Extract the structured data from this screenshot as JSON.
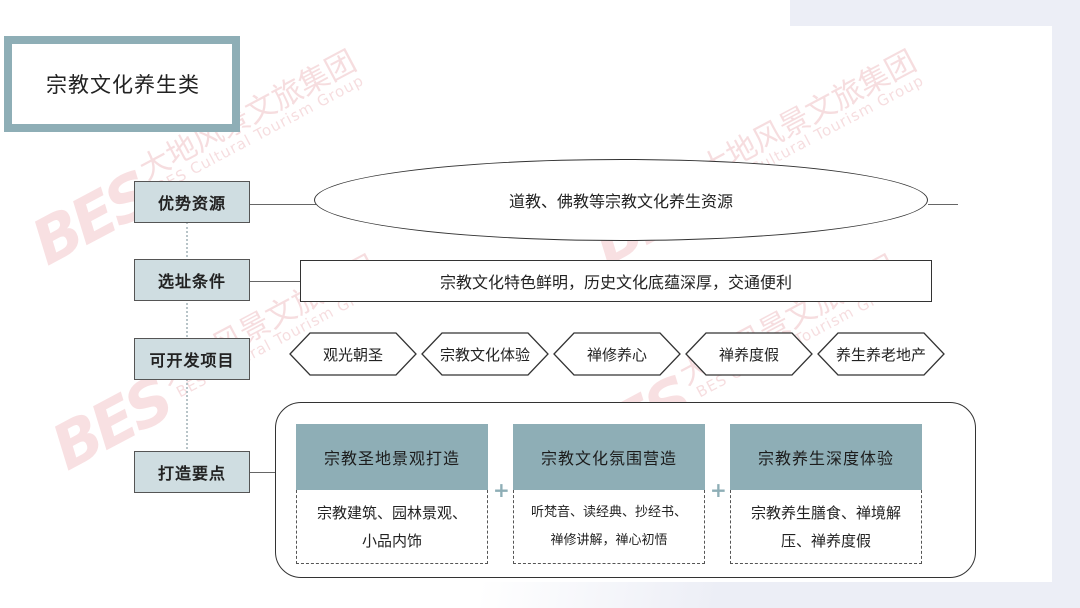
{
  "title": "宗教文化养生类",
  "watermark": {
    "logo": "BES",
    "cn": "大地风景文旅集团",
    "en": "BES Cultural Tourism Group"
  },
  "rows": {
    "resource": {
      "label": "优势资源",
      "content": "道教、佛教等宗教文化养生资源"
    },
    "site": {
      "label": "选址条件",
      "content": "宗教文化特色鲜明，历史文化底蕴深厚，交通便利"
    },
    "projects": {
      "label": "可开发项目",
      "items": [
        "观光朝圣",
        "宗教文化体验",
        "禅修养心",
        "禅养度假",
        "养生养老地产"
      ]
    },
    "points": {
      "label": "打造要点",
      "columns": [
        {
          "head": "宗教圣地景观打造",
          "line1": "宗教建筑、园林景观、",
          "line2": "小品内饰"
        },
        {
          "head": "宗教文化氛围营造",
          "line1": "听梵音、读经典、抄经书、",
          "line2": "禅修讲解，禅心初悟"
        },
        {
          "head": "宗教养生深度体验",
          "line1": "宗教养生膳食、禅境解",
          "line2": "压、禅养度假"
        }
      ],
      "plus": "+"
    }
  },
  "colors": {
    "accent": "#8eaeb6",
    "label_fill": "#cfdde1",
    "watermark": "#d9434f"
  }
}
